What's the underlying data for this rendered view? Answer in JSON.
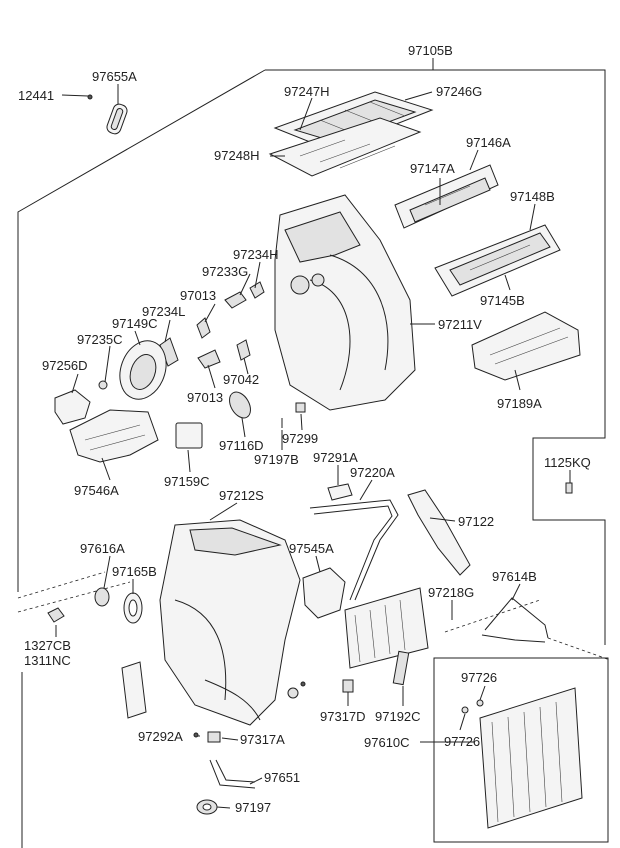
{
  "labels": {
    "p97105B": "97105B",
    "p12441": "12441",
    "p97655A": "97655A",
    "p97247H": "97247H",
    "p97246G": "97246G",
    "p97248H": "97248H",
    "p97146A": "97146A",
    "p97147A": "97147A",
    "p97148B": "97148B",
    "p97145B": "97145B",
    "p97234H": "97234H",
    "p97233G": "97233G",
    "p97013a": "97013",
    "p97234L": "97234L",
    "p97149C": "97149C",
    "p97235C": "97235C",
    "p97256D": "97256D",
    "p97211V": "97211V",
    "p97042": "97042",
    "p97013b": "97013",
    "p97189A": "97189A",
    "p97116D": "97116D",
    "p97299": "97299",
    "p97197B": "97197B",
    "p97546A": "97546A",
    "p97159C": "97159C",
    "p97291A": "97291A",
    "p97220A": "97220A",
    "p1125KQ": "1125KQ",
    "p97212S": "97212S",
    "p97122": "97122",
    "p97616A": "97616A",
    "p97165B": "97165B",
    "p97545A": "97545A",
    "p97614B": "97614B",
    "p97218G": "97218G",
    "p1327CB": "1327CB",
    "p1311NC": "1311NC",
    "p97726a": "97726",
    "p97726b": "97726",
    "p97317D": "97317D",
    "p97192C": "97192C",
    "p97610C": "97610C",
    "p97292A": "97292A",
    "p97317A": "97317A",
    "p97651": "97651",
    "p97197": "97197"
  }
}
